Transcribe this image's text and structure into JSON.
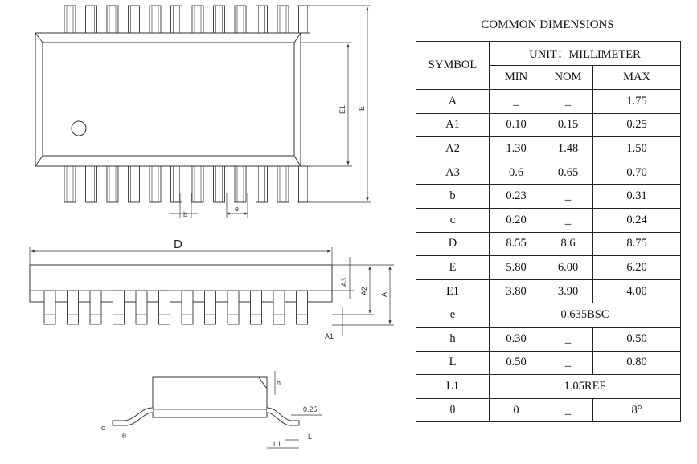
{
  "drawing": {
    "top_view": {
      "label_b": "b",
      "label_e": "e",
      "label_E1": "E1",
      "label_E": "E"
    },
    "side_view": {
      "label_D": "D",
      "label_A3": "A3",
      "label_A2": "A2",
      "label_A": "A",
      "label_A1": "A1"
    },
    "detail_view": {
      "label_h": "h",
      "label_025": "0.25",
      "label_c": "c",
      "label_theta": "θ",
      "label_L": "L",
      "label_L1": "L1"
    }
  },
  "table": {
    "title": "COMMON DIMENSIONS",
    "symbol_header": "SYMBOL",
    "unit_header": "UNIT：MILLIMETER",
    "col_min": "MIN",
    "col_nom": "NOM",
    "col_max": "MAX",
    "rows": [
      {
        "symbol": "A",
        "min": "_",
        "nom": "_",
        "max": "1.75"
      },
      {
        "symbol": "A1",
        "min": "0.10",
        "nom": "0.15",
        "max": "0.25"
      },
      {
        "symbol": "A2",
        "min": "1.30",
        "nom": "1.48",
        "max": "1.50"
      },
      {
        "symbol": "A3",
        "min": "0.6",
        "nom": "0.65",
        "max": "0.70"
      },
      {
        "symbol": "b",
        "min": "0.23",
        "nom": "_",
        "max": "0.31"
      },
      {
        "symbol": "c",
        "min": "0.20",
        "nom": "_",
        "max": "0.24"
      },
      {
        "symbol": "D",
        "min": "8.55",
        "nom": "8.6",
        "max": "8.75"
      },
      {
        "symbol": "E",
        "min": "5.80",
        "nom": "6.00",
        "max": "6.20"
      },
      {
        "symbol": "E1",
        "min": "3.80",
        "nom": "3.90",
        "max": "4.00"
      },
      {
        "symbol": "e",
        "span": "0.635BSC"
      },
      {
        "symbol": "h",
        "min": "0.30",
        "nom": "_",
        "max": "0.50"
      },
      {
        "symbol": "L",
        "min": "0.50",
        "nom": "_",
        "max": "0.80"
      },
      {
        "symbol": "L1",
        "span": "1.05REF"
      },
      {
        "symbol": "θ",
        "min": "0",
        "nom": "_",
        "max": "8°"
      }
    ]
  }
}
